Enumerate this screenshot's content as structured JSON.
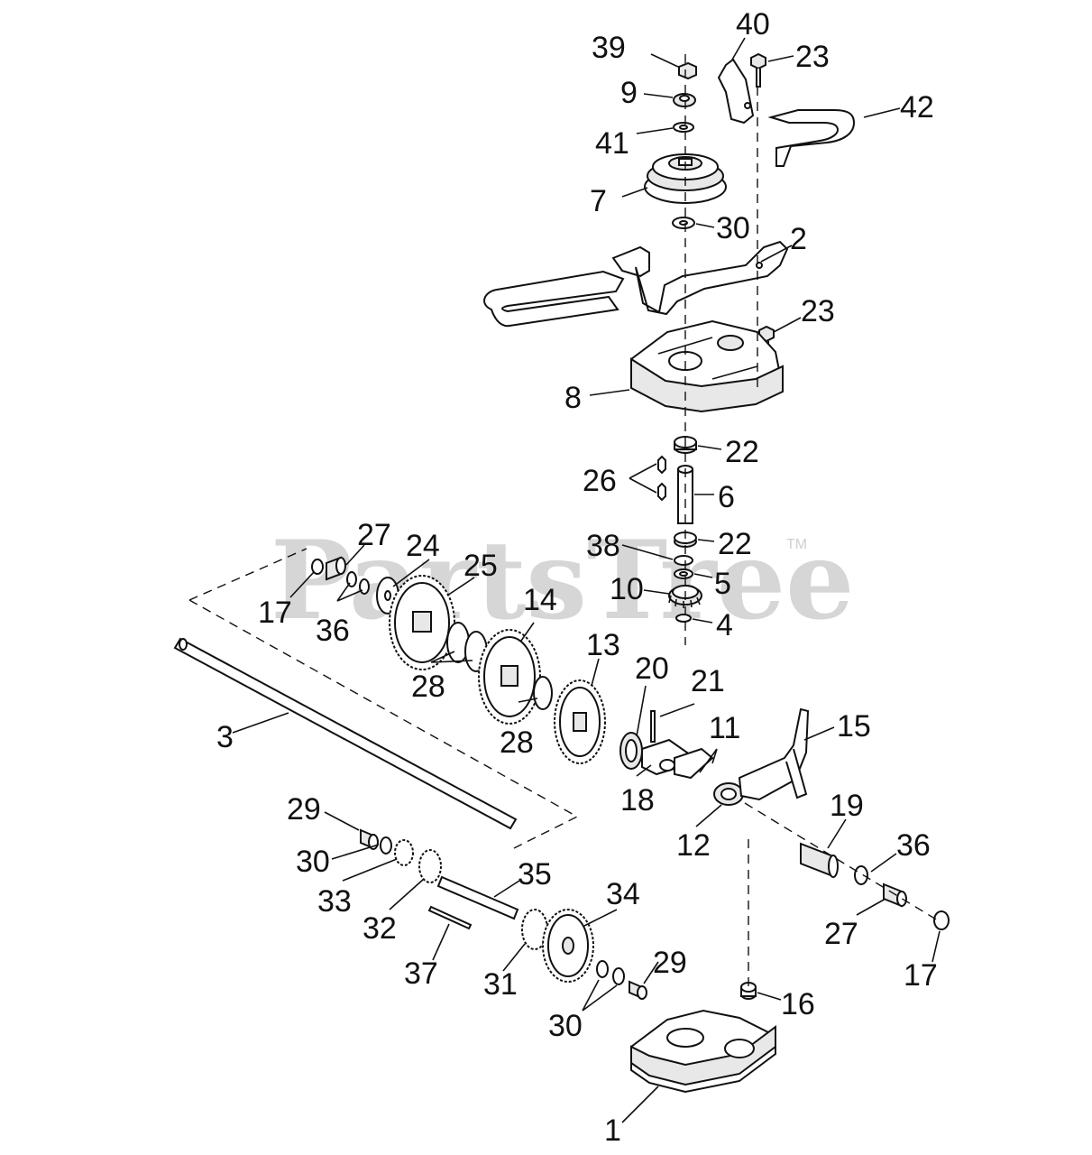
{
  "watermark": {
    "text": "PartsTree",
    "tm": "TM"
  },
  "labels": [
    {
      "id": "39",
      "text": "39"
    },
    {
      "id": "40",
      "text": "40"
    },
    {
      "id": "23a",
      "text": "23"
    },
    {
      "id": "9",
      "text": "9"
    },
    {
      "id": "42",
      "text": "42"
    },
    {
      "id": "41",
      "text": "41"
    },
    {
      "id": "7",
      "text": "7"
    },
    {
      "id": "30a",
      "text": "30"
    },
    {
      "id": "2",
      "text": "2"
    },
    {
      "id": "23b",
      "text": "23"
    },
    {
      "id": "8",
      "text": "8"
    },
    {
      "id": "22a",
      "text": "22"
    },
    {
      "id": "26",
      "text": "26"
    },
    {
      "id": "6",
      "text": "6"
    },
    {
      "id": "27a",
      "text": "27"
    },
    {
      "id": "24",
      "text": "24"
    },
    {
      "id": "25",
      "text": "25"
    },
    {
      "id": "38",
      "text": "38"
    },
    {
      "id": "22b",
      "text": "22"
    },
    {
      "id": "5",
      "text": "5"
    },
    {
      "id": "17a",
      "text": "17"
    },
    {
      "id": "36a",
      "text": "36"
    },
    {
      "id": "14",
      "text": "14"
    },
    {
      "id": "10",
      "text": "10"
    },
    {
      "id": "4",
      "text": "4"
    },
    {
      "id": "13",
      "text": "13"
    },
    {
      "id": "28a",
      "text": "28"
    },
    {
      "id": "20",
      "text": "20"
    },
    {
      "id": "21",
      "text": "21"
    },
    {
      "id": "3",
      "text": "3"
    },
    {
      "id": "11",
      "text": "11"
    },
    {
      "id": "15",
      "text": "15"
    },
    {
      "id": "28b",
      "text": "28"
    },
    {
      "id": "18",
      "text": "18"
    },
    {
      "id": "29a",
      "text": "29"
    },
    {
      "id": "19",
      "text": "19"
    },
    {
      "id": "12",
      "text": "12"
    },
    {
      "id": "30b",
      "text": "30"
    },
    {
      "id": "36b",
      "text": "36"
    },
    {
      "id": "35",
      "text": "35"
    },
    {
      "id": "33",
      "text": "33"
    },
    {
      "id": "34",
      "text": "34"
    },
    {
      "id": "32",
      "text": "32"
    },
    {
      "id": "27b",
      "text": "27"
    },
    {
      "id": "37",
      "text": "37"
    },
    {
      "id": "29b",
      "text": "29"
    },
    {
      "id": "31",
      "text": "31"
    },
    {
      "id": "17b",
      "text": "17"
    },
    {
      "id": "16",
      "text": "16"
    },
    {
      "id": "30c",
      "text": "30"
    },
    {
      "id": "1",
      "text": "1"
    }
  ]
}
